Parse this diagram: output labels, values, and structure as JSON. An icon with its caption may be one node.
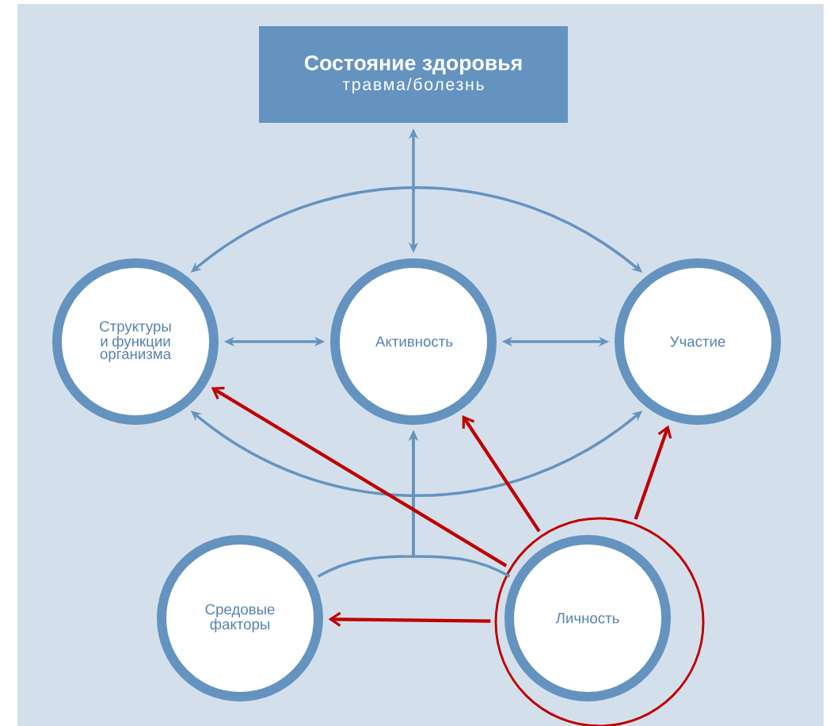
{
  "diagram": {
    "nodes": [
      {
        "text": [
          "**Состояние здоровья**",
          "травма/болезнь"
        ]
      },
      {
        "text": [
          "Структуры и функции организма"
        ]
      },
      {
        "text": [
          "Активность"
        ]
      },
      {
        "text": [
          "Участие"
        ]
      },
      {
        "text": [
          "Средовые факторы"
        ]
      },
      {
        "text": [
          "Личность"
        ]
      }
    ],
    "edges": [
      {
        "from": 0,
        "to": 2,
        "arrow": "both"
      },
      {
        "from": 1,
        "to": 2,
        "arrow": "both"
      },
      {
        "from": 2,
        "to": 3,
        "arrow": "both"
      },
      {
        "from": 1,
        "to": 3,
        "arrow": "both"
      },
      {
        "from": 1,
        "to": 3,
        "arrow": "both"
      },
      {
        "from": 4,
        "to": 2,
        "arrow": "to"
      },
      {
        "from": 5,
        "to": 2,
        "arrow": "to"
      },
      {
        "from": 5,
        "to": 1,
        "arrow": "to",
        "color": "#c00000"
      },
      {
        "from": 5,
        "to": 2,
        "arrow": "to",
        "color": "#c00000"
      },
      {
        "from": 5,
        "to": 3,
        "arrow": "to",
        "color": "#c00000"
      },
      {
        "from": 5,
        "to": 4,
        "arrow": "to",
        "color": "#c00000"
      }
    ]
  }
}
